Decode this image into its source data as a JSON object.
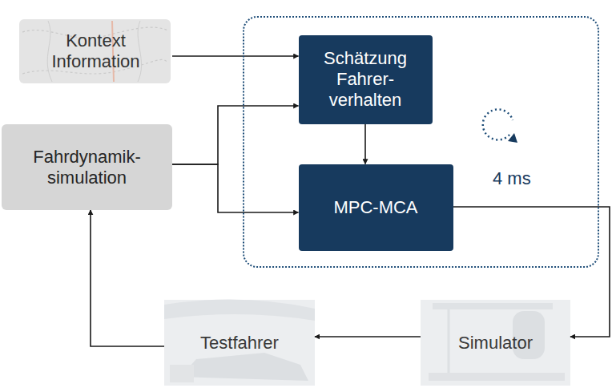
{
  "diagram": {
    "nodes": [
      {
        "text": [
          "Kontext Information"
        ]
      },
      {
        "text": [
          "4 ms"
        ]
      },
      {
        "text": [
          "Schätzung Fahrer- verhalten"
        ],
        "in": 1
      },
      {
        "text": [
          "MPC-MCA"
        ],
        "in": 1
      },
      {
        "text": [
          "Fahrdynamik- simulation"
        ]
      },
      {
        "text": [
          "Testfahrer"
        ]
      },
      {
        "text": [
          "Simulator"
        ]
      }
    ],
    "edges": [
      {
        "from": 0,
        "to": 2,
        "arrow": "to"
      },
      {
        "from": 4,
        "to": 2,
        "arrow": "to"
      },
      {
        "from": 4,
        "to": 3,
        "arrow": "to"
      },
      {
        "from": 2,
        "to": 3,
        "arrow": "to"
      },
      {
        "from": 3,
        "to": 6,
        "arrow": "to"
      },
      {
        "from": 6,
        "to": 5,
        "arrow": "to"
      },
      {
        "from": 5,
        "to": 4,
        "arrow": "to"
      }
    ]
  }
}
